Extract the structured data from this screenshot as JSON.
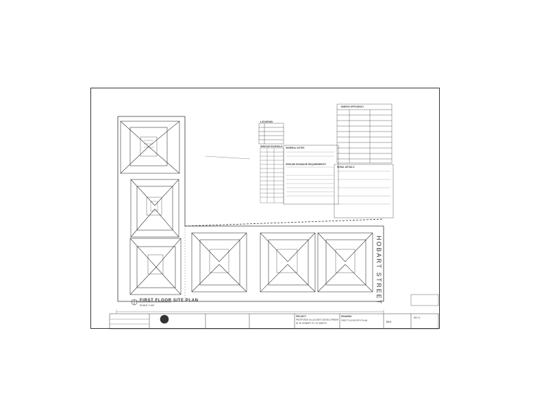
{
  "drawing": {
    "plan_title": "FIRST FLOOR SITE PLAN",
    "plan_scale": "SCALE 1:100",
    "street_name": "HOBART STREET",
    "legend_title": "LEGEND",
    "window_schedule_title": "WINDOW SCHEDULE",
    "general_notes_title": "GENERAL NOTES",
    "ground_drainage_title": "GROUND DRAINAGE REQUIREMENTS",
    "energy_schedule_title": "ENERGY EFFICIENCY",
    "rural_details_title": "RURAL DETAILS",
    "project_label": "PROJECT",
    "project_name": "PROPOSED VILLA UNITS DEVELOPMENT",
    "project_address": "AT 90 HOBART ST, ST MARYS",
    "drawing_label": "DRAWING",
    "drawing_name": "FIRST FLOOR SITE PLAN",
    "sheet_no": "DA 3",
    "rev": "REV A"
  }
}
